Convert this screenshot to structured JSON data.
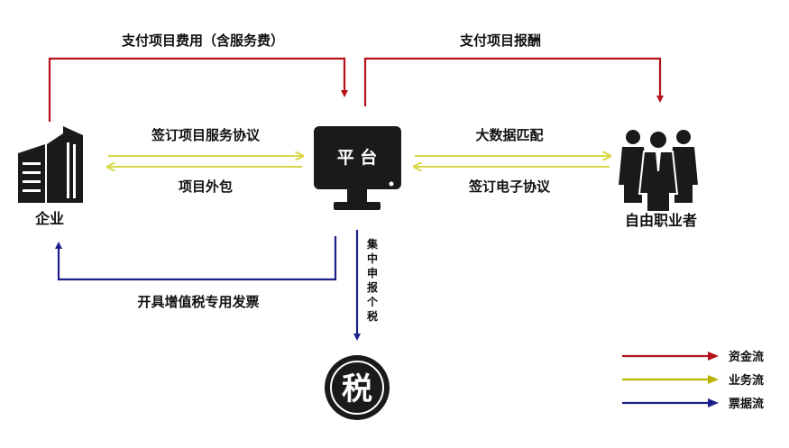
{
  "nodes": {
    "enterprise": {
      "label": "企业"
    },
    "platform": {
      "label": "平 台"
    },
    "freelancer": {
      "label": "自由职业者"
    },
    "tax": {
      "label": "税"
    }
  },
  "flows": {
    "pay_project_fee": "支付项目费用（含服务费）",
    "pay_project_reward": "支付项目报酬",
    "sign_service_agreement": "签订项目服务协议",
    "project_outsourcing": "项目外包",
    "big_data_matching": "大数据匹配",
    "sign_e_agreement": "签订电子协议",
    "issue_vat_invoice": "开具增值税专用发票",
    "centralized_tax_filing": [
      "集",
      "中",
      "申",
      "报",
      "个",
      "税"
    ]
  },
  "legend": [
    {
      "label": "资金流",
      "color": "#b5121b"
    },
    {
      "label": "业务流",
      "color": "#b8b400"
    },
    {
      "label": "票据流",
      "color": "#1c1f8a"
    }
  ],
  "colors": {
    "money": "#b5121b",
    "business": "#d8d84a",
    "invoice": "#1c1f8a",
    "icon": "#1a1a1a"
  }
}
